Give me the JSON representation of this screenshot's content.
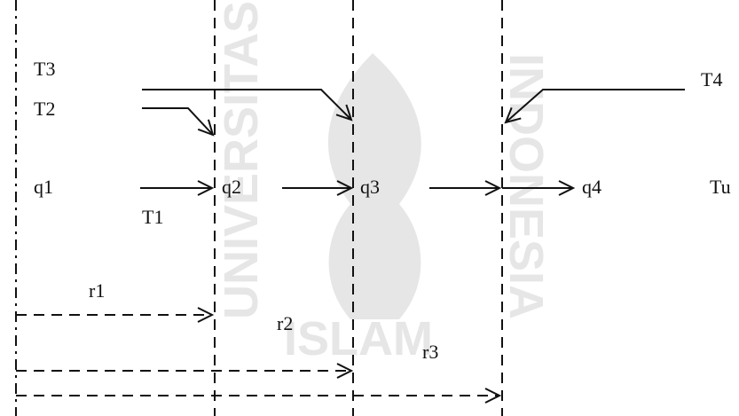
{
  "diagram": {
    "labels": {
      "T1": "T1",
      "T2": "T2",
      "T3": "T3",
      "T4": "T4",
      "Tu": "Tu",
      "q1": "q1",
      "q2": "q2",
      "q3": "q3",
      "q4": "q4",
      "r1": "r1",
      "r2": "r2",
      "r3": "r3"
    },
    "watermark": {
      "text_left": "UNIVERSITAS",
      "text_right": "INDONESIA",
      "text_bottom": "ISLAM"
    }
  }
}
